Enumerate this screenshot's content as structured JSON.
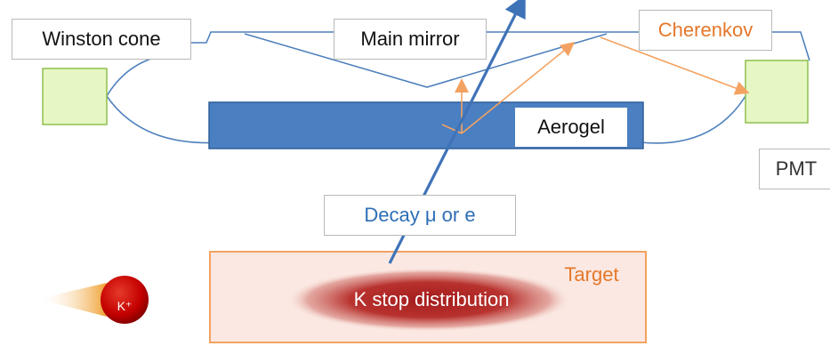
{
  "labels": {
    "winston_cone": "Winston cone",
    "main_mirror": "Main mirror",
    "cherenkov": "Cherenkov",
    "aerogel": "Aerogel",
    "pmt": "PMT",
    "decay": "Decay μ or e",
    "target": "Target",
    "k_stop": "K stop distribution",
    "kaon": "K⁺"
  },
  "colors": {
    "blue_line": "#4f81bd",
    "aerogel_fill": "#4a7fc1",
    "track_blue": "#3f73b8",
    "cherenkov_orange": "#f4a261",
    "label_orange": "#e4782a",
    "decay_text": "#2e6eb5",
    "pmt_fill": "#e6f7c3",
    "pmt_border": "#8fbf4f",
    "target_border": "#f4a261",
    "target_fill": "#fbe8e2",
    "kstop_fill": "#b22222",
    "kaon_ball": "#cc0000",
    "kaon_tail": "#f4b042"
  }
}
